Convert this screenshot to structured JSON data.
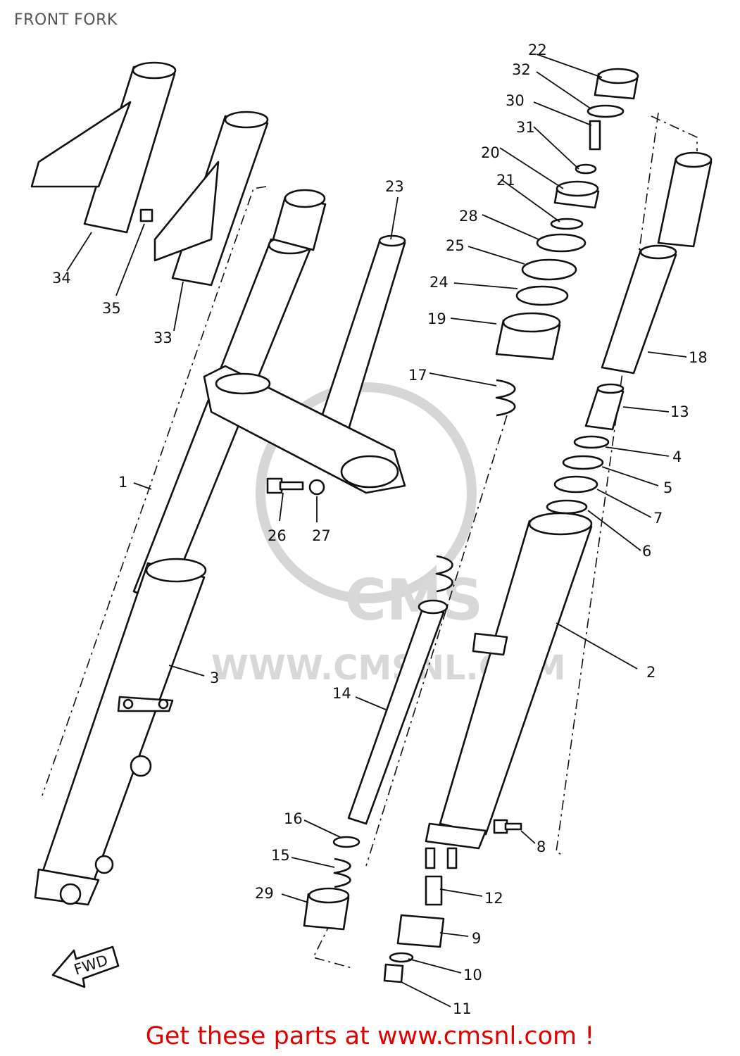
{
  "header": {
    "title": "FRONT FORK"
  },
  "watermark": {
    "text": "WWW.CMSNL.COM"
  },
  "arrow": {
    "text": "FWD"
  },
  "labels": {
    "p1": "1",
    "p2": "2",
    "p3": "3",
    "p4": "4",
    "p5": "5",
    "p6": "6",
    "p7": "7",
    "p8": "8",
    "p9": "9",
    "p10": "10",
    "p11": "11",
    "p12": "12",
    "p13": "13",
    "p14": "14",
    "p15": "15",
    "p16": "16",
    "p17": "17",
    "p18": "18",
    "p19": "19",
    "p20": "20",
    "p21": "21",
    "p22": "22",
    "p23": "23",
    "p24": "24",
    "p25": "25",
    "p26": "26",
    "p27": "27",
    "p28": "28",
    "p29": "29",
    "p30": "30",
    "p31": "31",
    "p32": "32",
    "p33": "33",
    "p34": "34",
    "p35": "35"
  },
  "footer": {
    "promo": "Get these parts at www.cmsnl.com !"
  },
  "colors": {
    "promo": "#e00000",
    "ink": "#111111",
    "watermark": "#d8d8d8"
  }
}
